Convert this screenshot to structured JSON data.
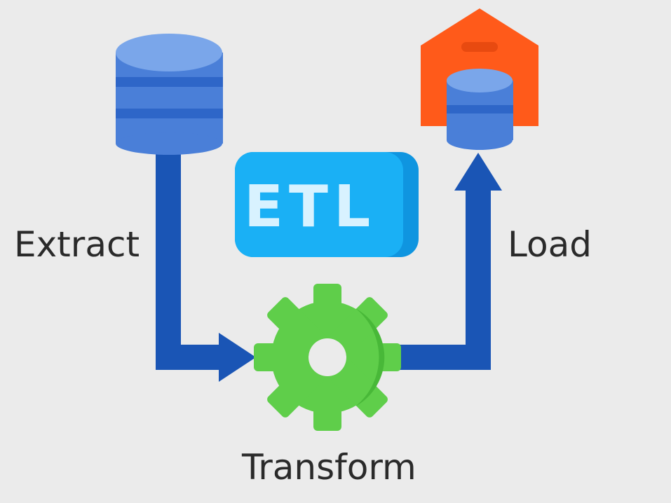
{
  "labels": {
    "extract": "Extract",
    "load": "Load",
    "transform": "Transform",
    "badge": "ETL"
  },
  "colors": {
    "arrow": "#1a55b5",
    "db": "#5b8ee0",
    "warehouse": "#ff5a1a",
    "gear": "#5fce4a",
    "badge": "#1ab0f5"
  }
}
